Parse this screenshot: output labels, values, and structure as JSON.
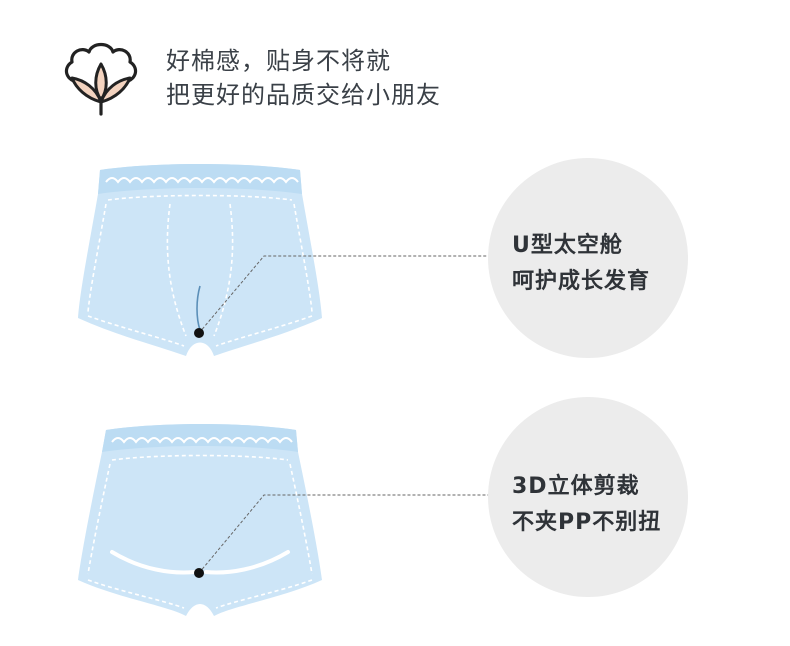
{
  "header": {
    "line1": "好棉感，贴身不将就",
    "line2": "把更好的品质交给小朋友"
  },
  "features": [
    {
      "line1": "U型太空舱",
      "line2": "呵护成长发育"
    },
    {
      "line1": "3D立体剪裁",
      "line2": "不夹PP不别扭"
    }
  ],
  "colors": {
    "garment_fill": "#cde5f7",
    "garment_stitch": "#ffffff",
    "bubble": "#ececec",
    "text": "#3a4047",
    "cotton_petal": "#f3d3bf",
    "cotton_outline": "#222222"
  },
  "icons": [
    "cotton-flower-icon"
  ]
}
